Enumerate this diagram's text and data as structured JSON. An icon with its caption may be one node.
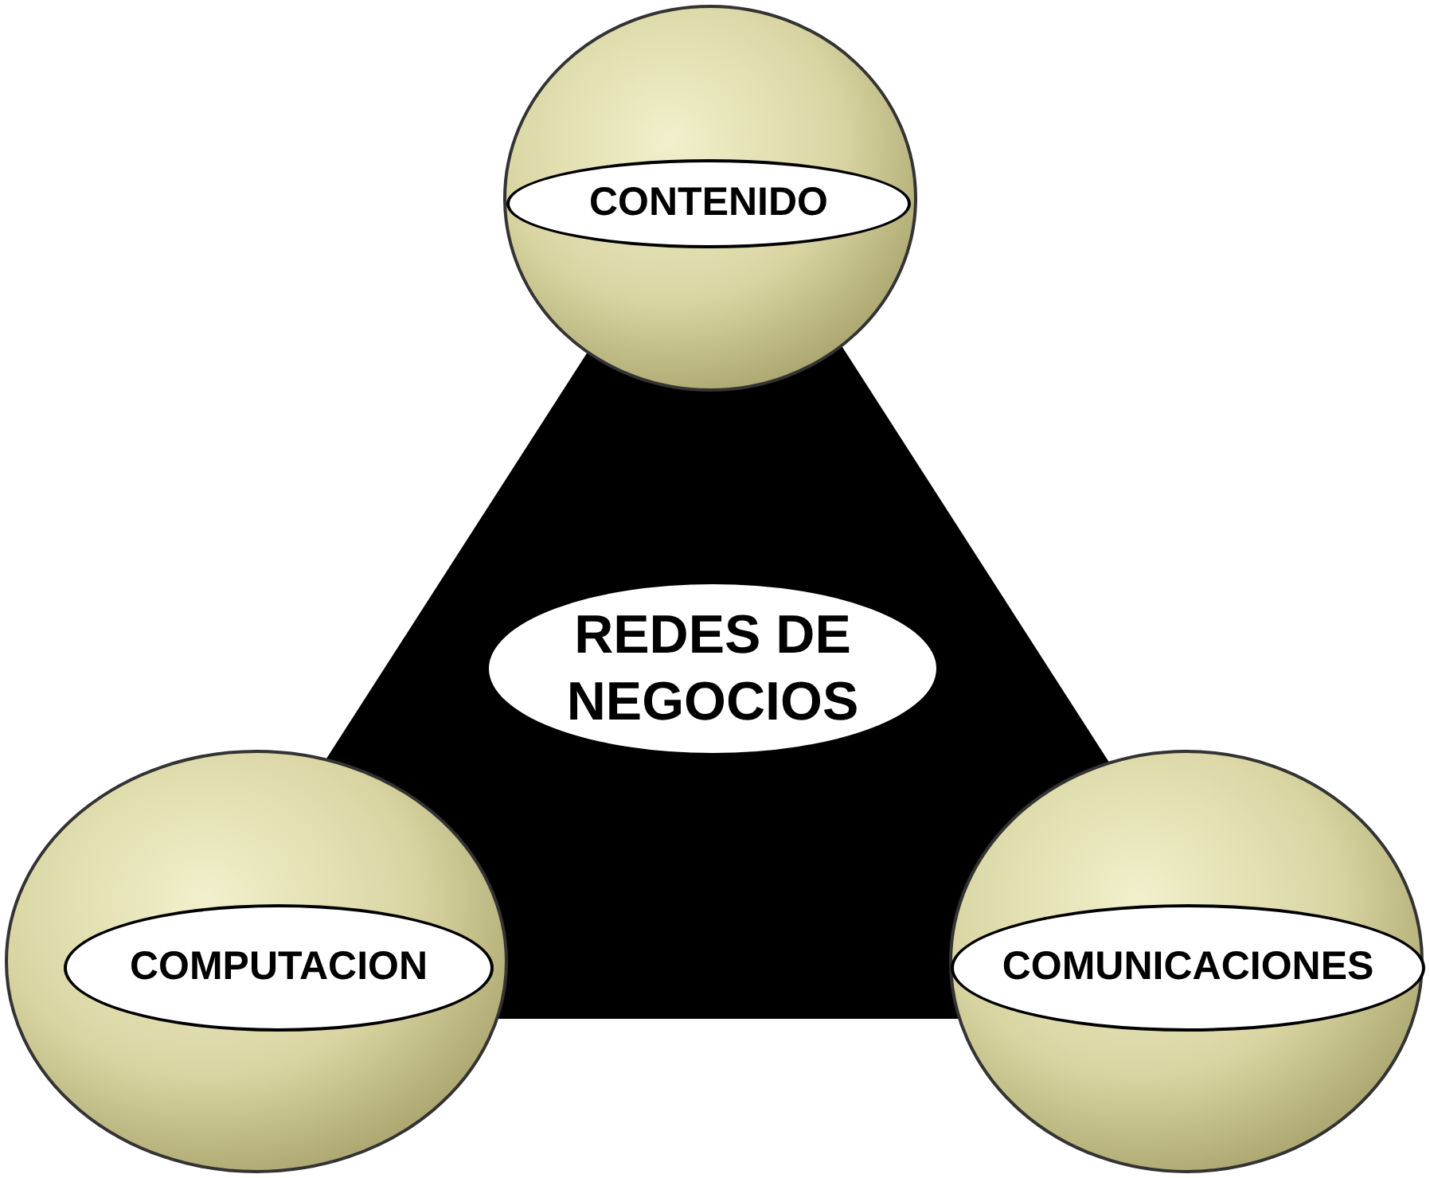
{
  "diagram": {
    "nodes": [
      {
        "text": [
          "REDES DE NEGOCIOS"
        ]
      },
      {
        "text": [
          "CONTENIDO"
        ]
      },
      {
        "text": [
          "COMPUTACION"
        ]
      },
      {
        "text": [
          "COMUNICACIONES"
        ]
      }
    ]
  }
}
